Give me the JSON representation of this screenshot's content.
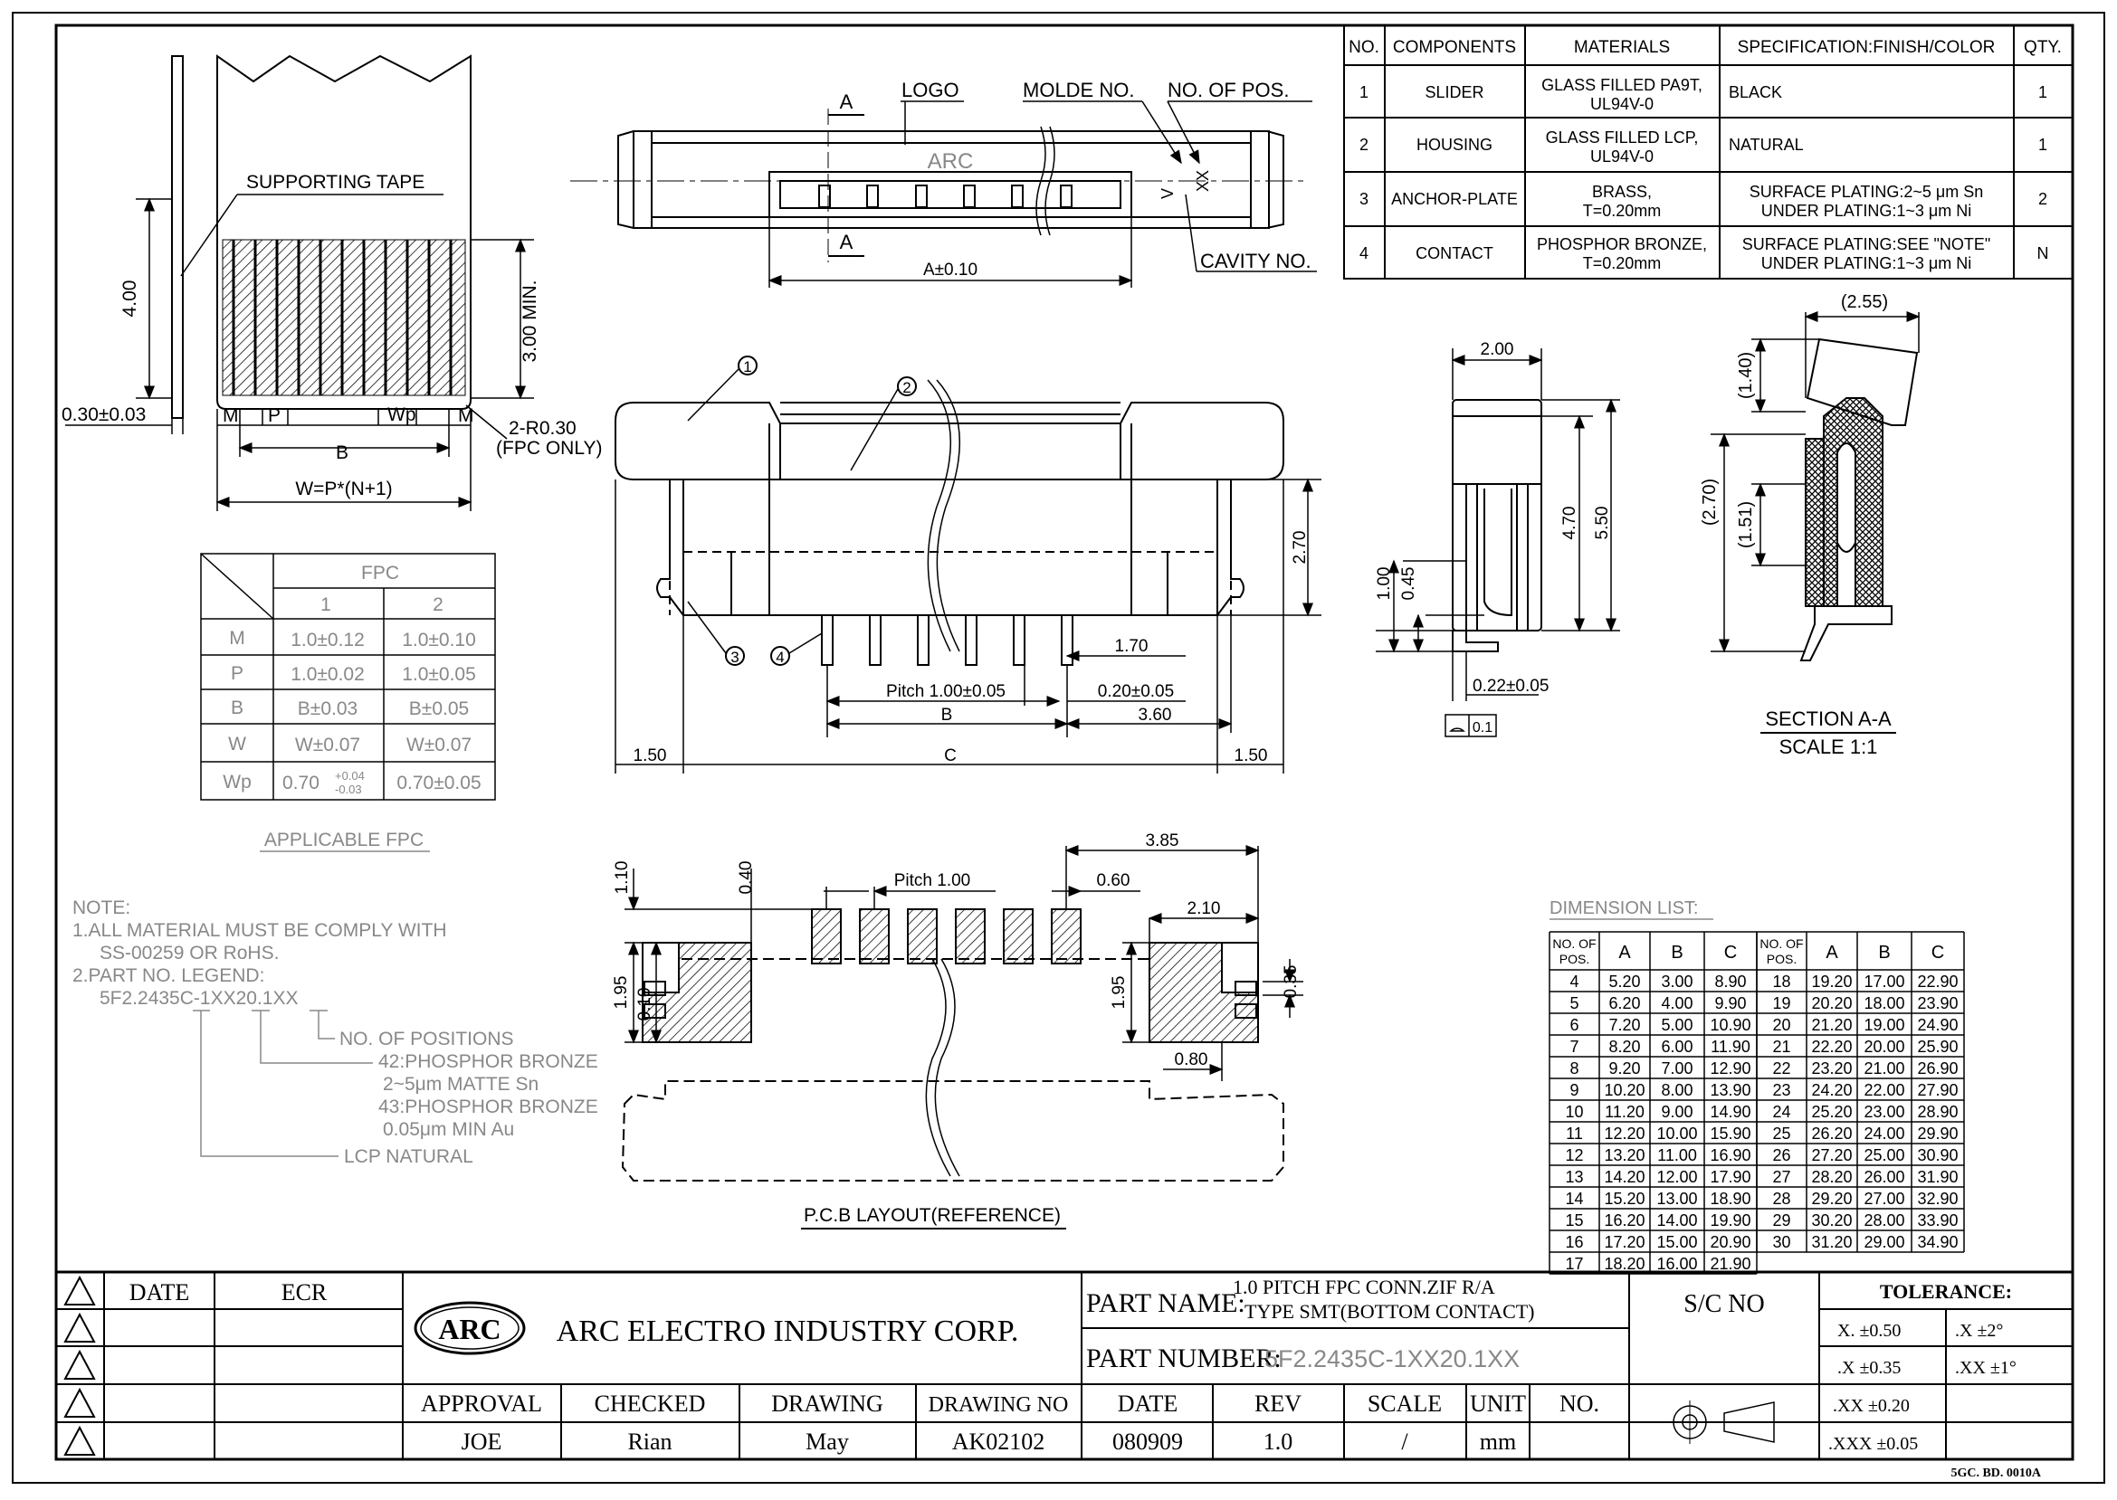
{
  "bom": {
    "headers": [
      "NO.",
      "COMPONENTS",
      "MATERIALS",
      "SPECIFICATION:FINISH/COLOR",
      "QTY."
    ],
    "rows": [
      {
        "no": "1",
        "component": "SLIDER",
        "material": [
          "GLASS FILLED PA9T,",
          "UL94V-0"
        ],
        "spec": [
          "BLACK"
        ],
        "qty": "1"
      },
      {
        "no": "2",
        "component": "HOUSING",
        "material": [
          "GLASS FILLED LCP,",
          "UL94V-0"
        ],
        "spec": [
          "NATURAL"
        ],
        "qty": "1"
      },
      {
        "no": "3",
        "component": "ANCHOR-PLATE",
        "material": [
          "BRASS,",
          "T=0.20mm"
        ],
        "spec": [
          "SURFACE PLATING:2~5 μm Sn",
          "UNDER PLATING:1~3 μm Ni"
        ],
        "qty": "2"
      },
      {
        "no": "4",
        "component": "CONTACT",
        "material": [
          "PHOSPHOR BRONZE,",
          "T=0.20mm"
        ],
        "spec": [
          "SURFACE PLATING:SEE \"NOTE\"",
          "UNDER PLATING:1~3 μm Ni"
        ],
        "qty": "N"
      }
    ]
  },
  "fpc_view": {
    "supporting_tape": "SUPPORTING TAPE",
    "dim_4": "4.00",
    "dim_3min": "3.00 MIN.",
    "dim_thick": "0.30±0.03",
    "lbl_m": "M",
    "lbl_p": "P",
    "lbl_wp": "Wp",
    "lbl_b": "B",
    "lbl_w": "W=P*(N+1)",
    "r_note1": "2-R0.30",
    "r_note2": "(FPC ONLY)"
  },
  "fpc_table": {
    "title": "FPC",
    "cols": [
      "1",
      "2"
    ],
    "rows": [
      {
        "label": "M",
        "c1": "1.0±0.12",
        "c2": "1.0±0.10"
      },
      {
        "label": "P",
        "c1": "1.0±0.02",
        "c2": "1.0±0.05"
      },
      {
        "label": "B",
        "c1": "B±0.03",
        "c2": "B±0.05"
      },
      {
        "label": "W",
        "c1": "W±0.07",
        "c2": "W±0.07"
      },
      {
        "label": "Wp",
        "c1": "0.70",
        "c1_sup": "+0.04",
        "c1_sub": "-0.03",
        "c2": "0.70±0.05"
      }
    ],
    "caption": "APPLICABLE FPC"
  },
  "top_view": {
    "logo_lbl": "LOGO",
    "molde_lbl": "MOLDE NO.",
    "nopos_lbl": "NO. OF POS.",
    "cavity_lbl": "CAVITY NO.",
    "section_a": "A",
    "dim_a": "A±0.10",
    "logo_text": "ARC",
    "v_text": "V",
    "xx_text": "XX"
  },
  "front_view": {
    "balloons": [
      "1",
      "2",
      "3",
      "4"
    ],
    "dim_270": "2.70",
    "dim_170": "1.70",
    "pitch": "Pitch 1.00±0.05",
    "dim_020": "0.20±0.05",
    "dim_b": "B",
    "dim_360": "3.60",
    "dim_150a": "1.50",
    "dim_c": "C",
    "dim_150b": "1.50"
  },
  "side_view": {
    "dim_200": "2.00",
    "dim_470": "4.70",
    "dim_550": "5.50",
    "dim_100": "1.00",
    "dim_045": "0.45",
    "dim_022": "0.22±0.05",
    "flatness": "0.1"
  },
  "section_view": {
    "dim_255": "(2.55)",
    "dim_140": "(1.40)",
    "dim_270": "(2.70)",
    "dim_151": "(1.51)",
    "title": "SECTION A-A",
    "scale": "SCALE 1:1"
  },
  "pcb_layout": {
    "dim_385": "3.85",
    "dim_110": "1.10",
    "dim_040": "0.40",
    "pitch": "Pitch 1.00",
    "dim_060": "0.60",
    "dim_210": "2.10",
    "dim_195a": "1.95",
    "dim_010": "0.10",
    "dim_195b": "1.95",
    "dim_035": "0.35",
    "dim_080": "0.80",
    "caption": "P.C.B LAYOUT(REFERENCE)"
  },
  "notes": {
    "title": "NOTE:",
    "line1": "1.ALL MATERIAL MUST BE COMPLY WITH",
    "line2": "SS-00259 OR RoHS.",
    "line3": "2.PART NO. LEGEND:",
    "part_no": "5F2.2435C-1XX20.1XX",
    "legend1": "NO. OF POSITIONS",
    "legend2": "42:PHOSPHOR BRONZE",
    "legend3": "2~5μm MATTE Sn",
    "legend4": "43:PHOSPHOR BRONZE",
    "legend5": "0.05μm MIN Au",
    "legend6": "LCP NATURAL"
  },
  "dimension_list": {
    "title": "DIMENSION LIST:",
    "headers": [
      "NO. OF POS.",
      "A",
      "B",
      "C"
    ],
    "left": [
      [
        "4",
        "5.20",
        "3.00",
        "8.90"
      ],
      [
        "5",
        "6.20",
        "4.00",
        "9.90"
      ],
      [
        "6",
        "7.20",
        "5.00",
        "10.90"
      ],
      [
        "7",
        "8.20",
        "6.00",
        "11.90"
      ],
      [
        "8",
        "9.20",
        "7.00",
        "12.90"
      ],
      [
        "9",
        "10.20",
        "8.00",
        "13.90"
      ],
      [
        "10",
        "11.20",
        "9.00",
        "14.90"
      ],
      [
        "11",
        "12.20",
        "10.00",
        "15.90"
      ],
      [
        "12",
        "13.20",
        "11.00",
        "16.90"
      ],
      [
        "13",
        "14.20",
        "12.00",
        "17.90"
      ],
      [
        "14",
        "15.20",
        "13.00",
        "18.90"
      ],
      [
        "15",
        "16.20",
        "14.00",
        "19.90"
      ],
      [
        "16",
        "17.20",
        "15.00",
        "20.90"
      ],
      [
        "17",
        "18.20",
        "16.00",
        "21.90"
      ]
    ],
    "right": [
      [
        "18",
        "19.20",
        "17.00",
        "22.90"
      ],
      [
        "19",
        "20.20",
        "18.00",
        "23.90"
      ],
      [
        "20",
        "21.20",
        "19.00",
        "24.90"
      ],
      [
        "21",
        "22.20",
        "20.00",
        "25.90"
      ],
      [
        "22",
        "23.20",
        "21.00",
        "26.90"
      ],
      [
        "23",
        "24.20",
        "22.00",
        "27.90"
      ],
      [
        "24",
        "25.20",
        "23.00",
        "28.90"
      ],
      [
        "25",
        "26.20",
        "24.00",
        "29.90"
      ],
      [
        "26",
        "27.20",
        "25.00",
        "30.90"
      ],
      [
        "27",
        "28.20",
        "26.00",
        "31.90"
      ],
      [
        "28",
        "29.20",
        "27.00",
        "32.90"
      ],
      [
        "29",
        "30.20",
        "28.00",
        "33.90"
      ],
      [
        "30",
        "31.20",
        "29.00",
        "34.90"
      ]
    ]
  },
  "title_block": {
    "date_hdr": "DATE",
    "ecr_hdr": "ECR",
    "company_logo": "ARC",
    "company": "ARC ELECTRO INDUSTRY CORP.",
    "part_name_lbl": "PART NAME:",
    "part_name_1": "1.0 PITCH FPC CONN.ZIF R/A",
    "part_name_2": "TYPE SMT(BOTTOM CONTACT)",
    "part_number_lbl": "PART NUMBER:",
    "part_number": "5F2.2435C-1XX20.1XX",
    "sc_no": "S/C NO",
    "tolerance": "TOLERANCE:",
    "tol": [
      [
        "X. ±0.50",
        ".X ±2°"
      ],
      [
        ".X ±0.35",
        ".XX ±1°"
      ],
      [
        ".XX ±0.20",
        ""
      ],
      [
        ".XXX ±0.05",
        ""
      ]
    ],
    "headers": [
      "APPROVAL",
      "CHECKED",
      "DRAWING",
      "DRAWING NO",
      "DATE",
      "REV",
      "SCALE",
      "UNIT",
      "NO."
    ],
    "values": [
      "JOE",
      "Rian",
      "May",
      "AK02102",
      "080909",
      "1.0",
      "/",
      "mm",
      ""
    ],
    "form_no": "5GC. BD. 0010A"
  }
}
